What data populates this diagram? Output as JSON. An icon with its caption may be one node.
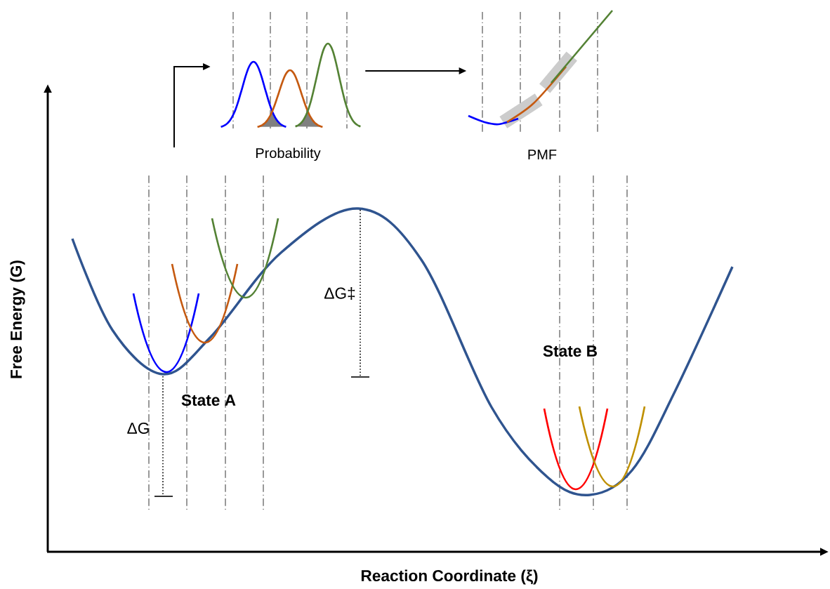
{
  "diagram": {
    "nodes": [
      {
        "text": [
          "Probability"
        ]
      },
      {
        "text": [
          "PMF"
        ]
      }
    ],
    "edges": [
      {
        "from": null,
        "to": 0,
        "arrow": "to"
      },
      {
        "from": 0,
        "to": 1,
        "arrow": "to"
      }
    ],
    "labels": [
      "ΔG‡",
      "State B",
      "Free Energy (G)",
      "State A",
      "ΔG",
      "Reaction Coordinate (ξ)"
    ]
  }
}
